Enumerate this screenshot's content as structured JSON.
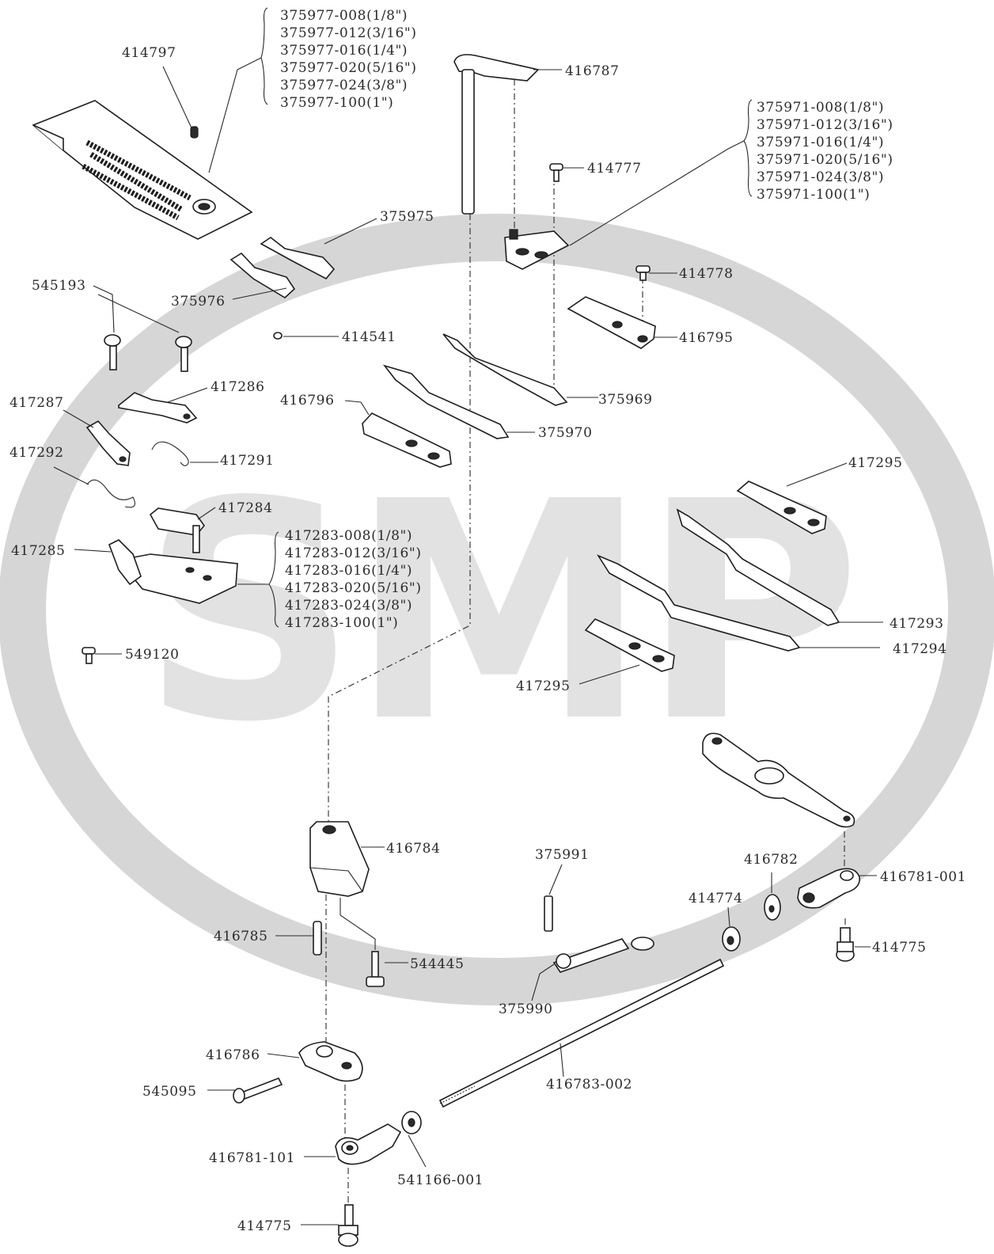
{
  "watermark": {
    "text": "SMP",
    "color": "#d9d9d9"
  },
  "parts": {
    "p414797": "414797",
    "throat_plates": [
      "375977-008(1/8\")",
      "375977-012(3/16\")",
      "375977-016(1/4\")",
      "375977-020(5/16\")",
      "375977-024(3/8\")",
      "375977-100(1\")"
    ],
    "p416787": "416787",
    "feed_dogs": [
      "375971-008(1/8\")",
      "375971-012(3/16\")",
      "375971-016(1/4\")",
      "375971-020(5/16\")",
      "375971-024(3/8\")",
      "375971-100(1\")"
    ],
    "p414777": "414777",
    "p375975": "375975",
    "p375976": "375976",
    "p545193": "545193",
    "p414778": "414778",
    "p414541": "414541",
    "p416795": "416795",
    "p417286": "417286",
    "p417287": "417287",
    "p375969": "375969",
    "p416796": "416796",
    "p375970": "375970",
    "p417292": "417292",
    "p417291": "417291",
    "p417295a": "417295",
    "p417284": "417284",
    "p417285": "417285",
    "knives": [
      "417283-008(1/8\")",
      "417283-012(3/16\")",
      "417283-016(1/4\")",
      "417283-020(5/16\")",
      "417283-024(3/8\")",
      "417283-100(1\")"
    ],
    "p417293": "417293",
    "p549120": "549120",
    "p417294": "417294",
    "p417295b": "417295",
    "p416784": "416784",
    "p375991": "375991",
    "p416782": "416782",
    "p416781_001": "416781-001",
    "p414774": "414774",
    "p416785": "416785",
    "p544445": "544445",
    "p414775a": "414775",
    "p375990": "375990",
    "p416786": "416786",
    "p545095": "545095",
    "p416783_002": "416783-002",
    "p416781_101": "416781-101",
    "p541166_001": "541166-001",
    "p414775b": "414775"
  }
}
